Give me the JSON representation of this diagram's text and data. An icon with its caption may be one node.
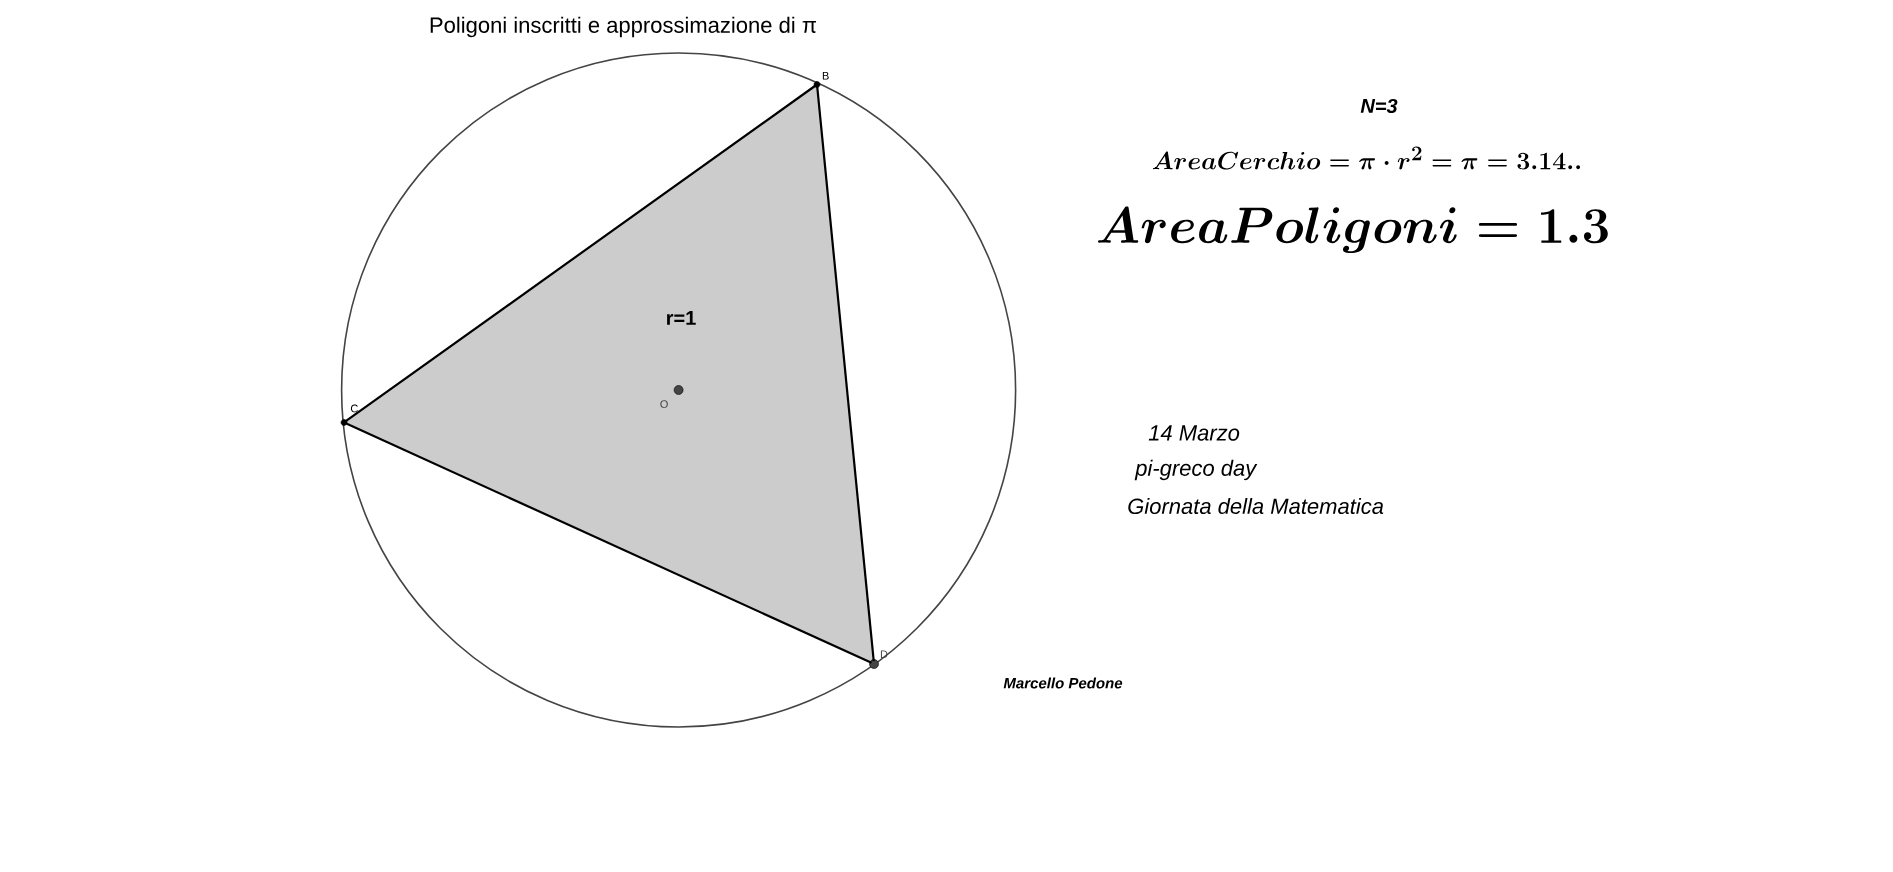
{
  "diagram": {
    "title": "Poligoni inscritti e approssimazione di π",
    "nodes": [
      {
        "text": [],
        "shape": "circle",
        "beside": [
          "B"
        ]
      },
      {
        "text": [],
        "shape": "circle",
        "beside": [
          "C"
        ]
      },
      {
        "text": [],
        "shape": "circle",
        "beside": [
          "D"
        ]
      },
      {
        "text": [],
        "shape": "circle",
        "beside": [
          "O"
        ]
      }
    ],
    "edges": [
      {
        "from": 0,
        "to": 1,
        "arrow": "none"
      },
      {
        "from": 1,
        "to": 2,
        "arrow": "none"
      },
      {
        "from": 2,
        "to": 0,
        "arrow": "none"
      }
    ],
    "labels": [
      "r=1",
      "N=3",
      "AreaCerchio=\\pi\\cdot r^{2}=\\pi=3.14..",
      "AreaPoligoni=1.3",
      "14 Marzo",
      "pi-greco day",
      "Giornata della Matematica",
      "Marcello Pedone"
    ]
  }
}
